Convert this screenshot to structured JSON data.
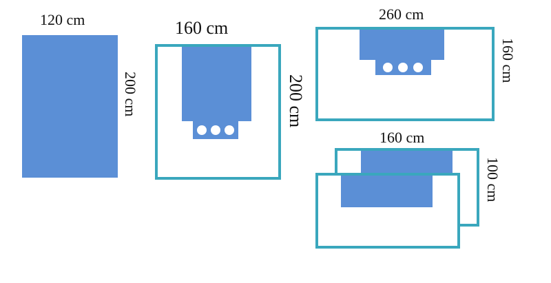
{
  "colors": {
    "panel": "#5b8fd6",
    "frame": "#3aa7bd"
  },
  "figures": {
    "single_panel": {
      "width_label": "120 cm",
      "height_label": "200 cm"
    },
    "u_frame": {
      "width_label": "160 cm",
      "height_label": "200 cm"
    },
    "wide_frame": {
      "width_label": "260 cm",
      "height_label": "160 cm"
    },
    "stacked_frames": {
      "width_label": "160 cm",
      "height_label": "100 cm"
    }
  }
}
